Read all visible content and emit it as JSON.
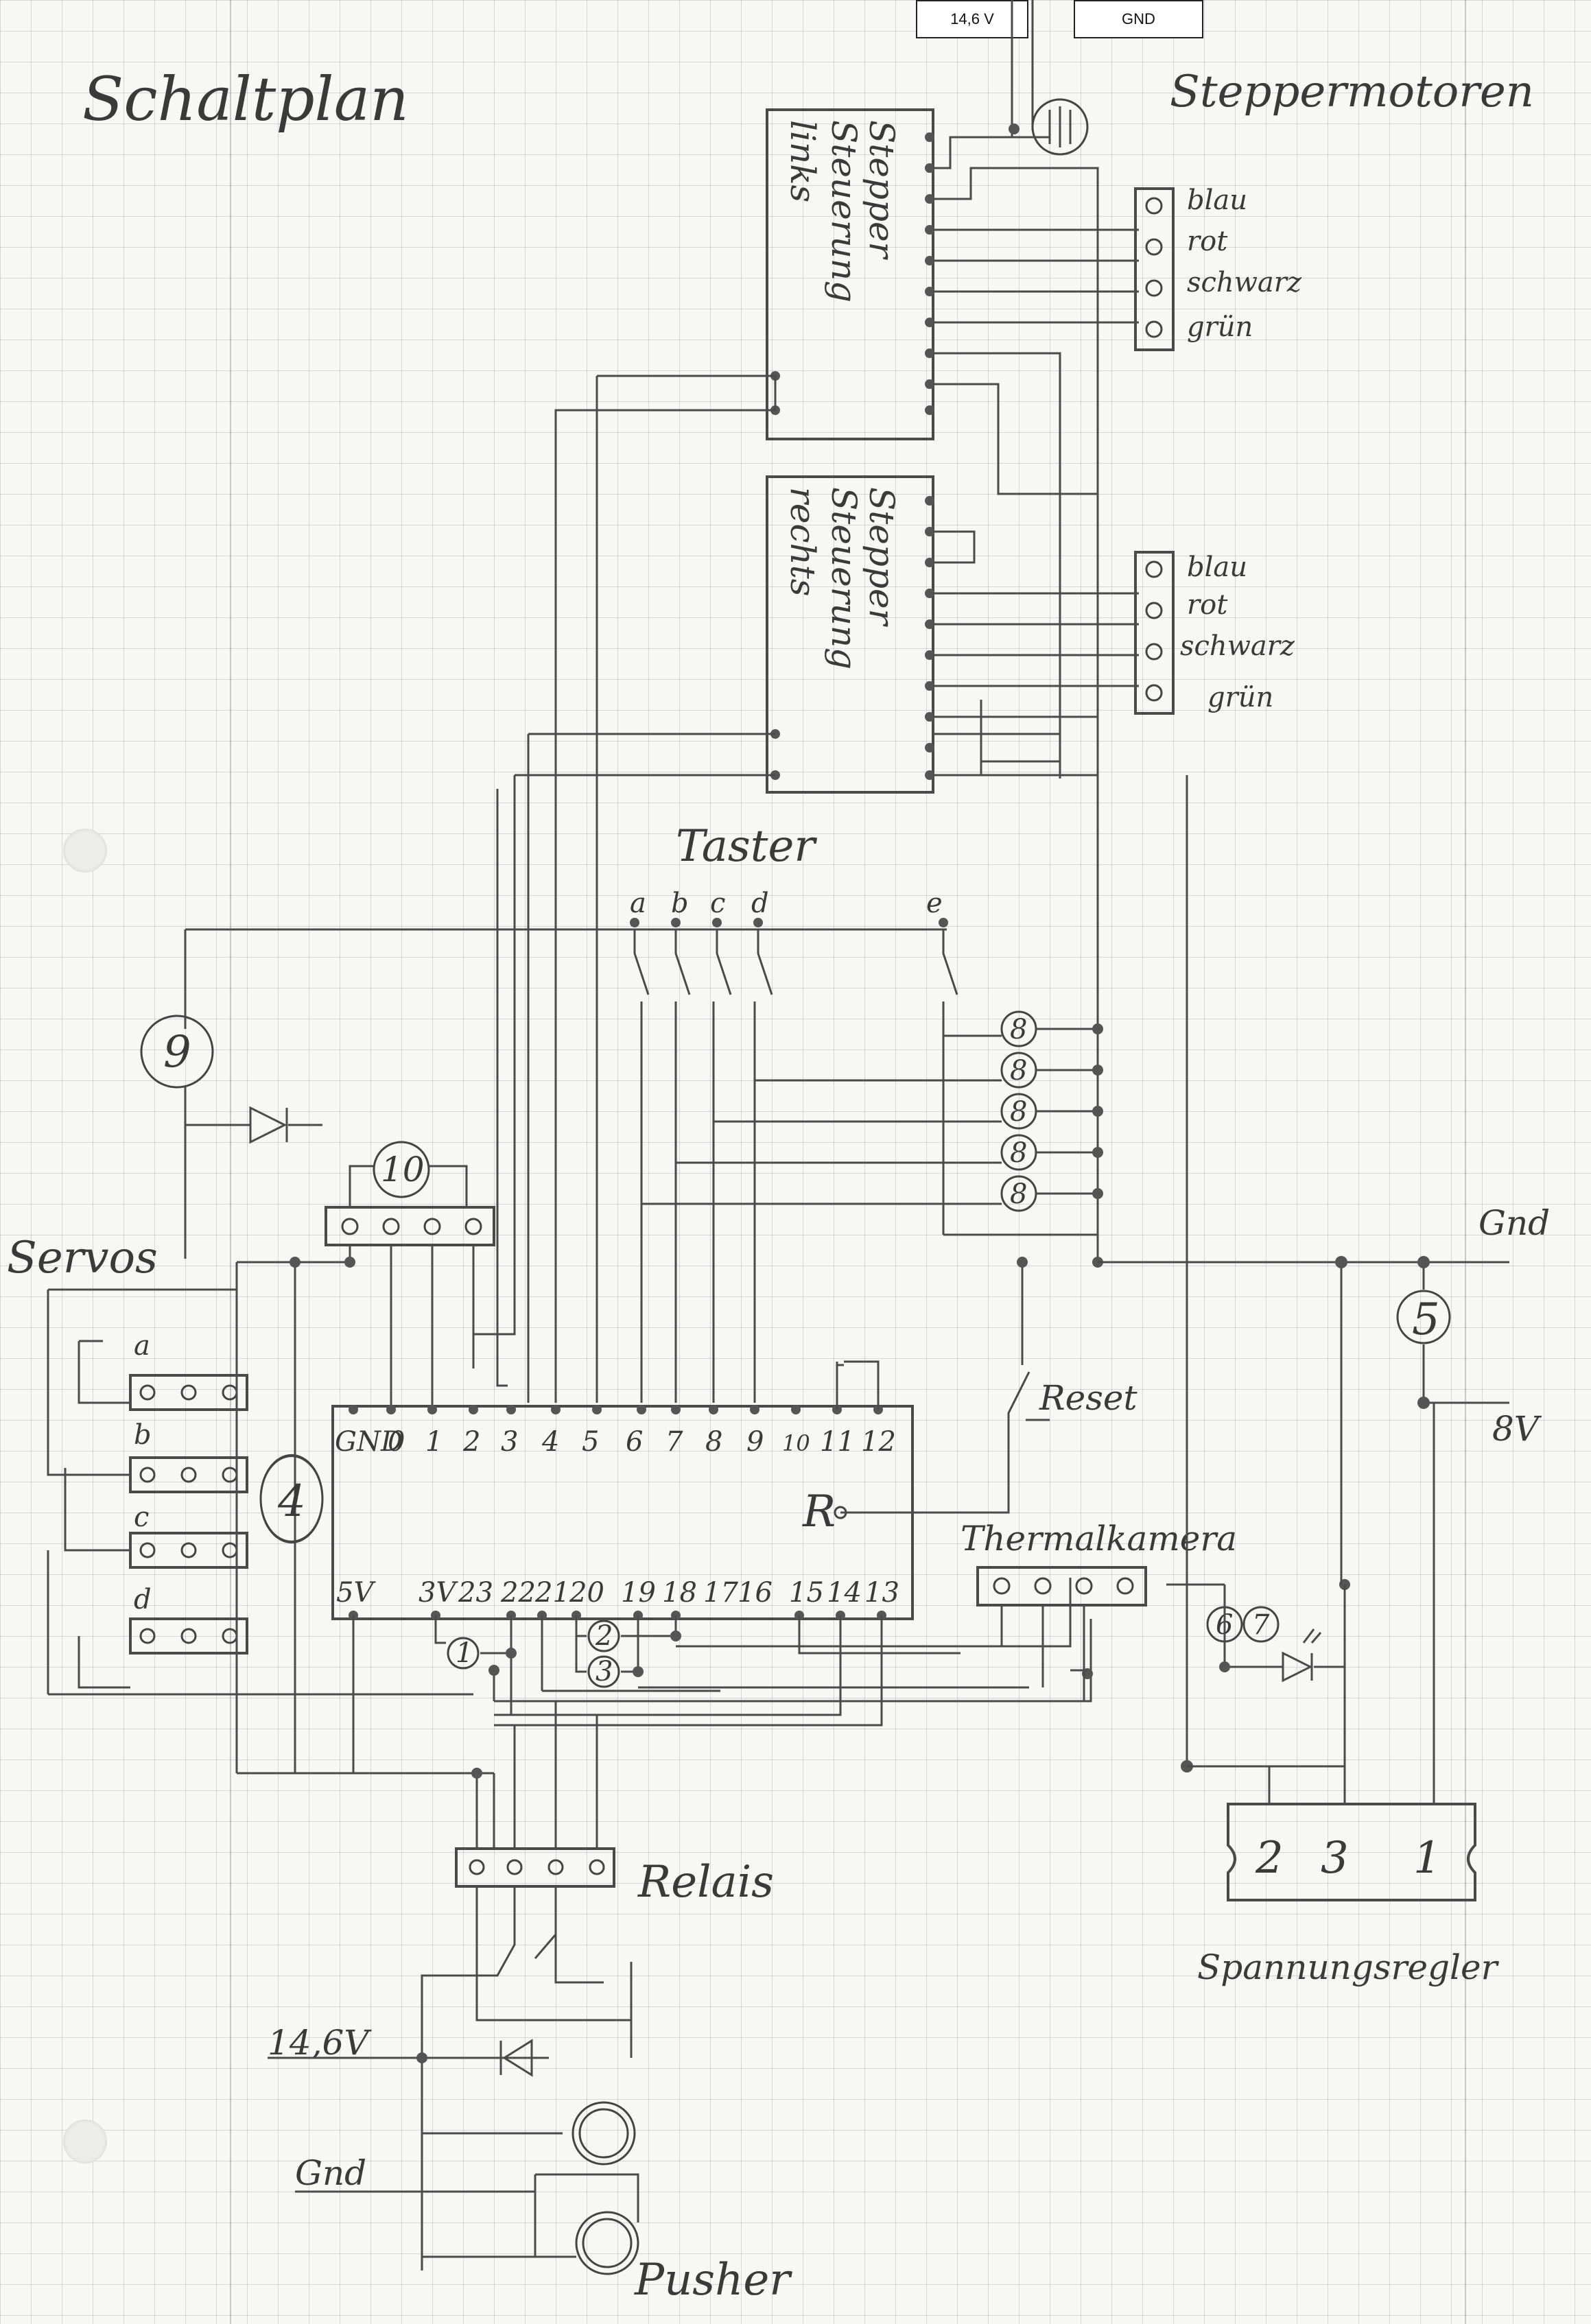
{
  "header": {
    "supply_label": "14,6 V",
    "ground_label": "GND"
  },
  "sheet": {
    "title": "Schaltplan",
    "stepper_motors_label": "Steppermotoren"
  },
  "stepper_left": {
    "label_line1": "Stepper",
    "label_line2": "Steuerung",
    "label_line3": "links"
  },
  "stepper_right": {
    "label_line1": "Stepper",
    "label_line2": "Steuerung",
    "label_line3": "rechts"
  },
  "motor_left_wires": [
    "blau",
    "rot",
    "schwarz",
    "grün"
  ],
  "motor_right_wires": [
    "blau",
    "rot",
    "schwarz",
    "grün"
  ],
  "taster": {
    "label": "Taster",
    "keys": [
      "a",
      "b",
      "c",
      "d",
      "e"
    ]
  },
  "servos": {
    "label": "Servos",
    "rows": [
      "a",
      "b",
      "c",
      "d"
    ]
  },
  "board": {
    "top_pins": [
      "GND",
      "0",
      "1",
      "2",
      "3",
      "4",
      "5",
      "6",
      "7",
      "8",
      "9",
      "10",
      "11",
      "12"
    ],
    "bottom_pins": [
      "5V",
      "3V",
      "23",
      "22",
      "21",
      "20",
      "19",
      "18",
      "17",
      "16",
      "15",
      "14",
      "13"
    ],
    "reset_pin": "R"
  },
  "parts": {
    "reset_label": "Reset",
    "thermal_label": "Thermalkamera",
    "relay_label": "Relais",
    "regulator_label": "Spannungsregler",
    "regulator_pins": [
      "2",
      "3",
      "1"
    ],
    "gnd_right": "Gnd",
    "v8_right": "8V",
    "supply_bottom": "14,6V",
    "gnd_bottom": "Gnd",
    "pusher_label": "Pusher"
  },
  "markers": {
    "m1": "1",
    "m2": "2",
    "m3": "3",
    "m4": "4",
    "m5": "5",
    "m6": "6",
    "m7": "7",
    "m8": "8",
    "m9": "9",
    "m10": "10"
  }
}
